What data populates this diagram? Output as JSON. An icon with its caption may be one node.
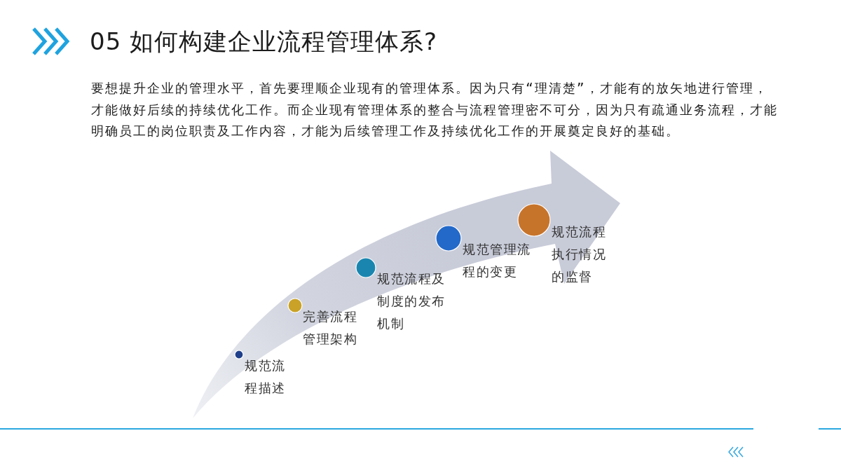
{
  "diagram": {
    "title": "05 如何构建企业流程管理体系?",
    "nodes": [
      {
        "text": [
          "规范流程描述"
        ]
      },
      {
        "text": [
          "完善流程管理架构"
        ]
      },
      {
        "text": [
          "规范流程及制度的发布机制"
        ]
      },
      {
        "text": [
          "规范管理流程的变更"
        ]
      },
      {
        "text": [
          "规范流程执行情况的监督"
        ]
      }
    ],
    "labels": [
      "要想提升企业的管理水平，首先要理顺企业现有的管理体系。因为只有“理清楚”，才能有的放矢地进行管理，才能做好后续的持续优化工作。而企业现有管理体系的整合与流程管理密不可分，因为只有疏通业务流程，才能明确员工的岗位职责及工作内容，才能为后续管理工作及持续优化工作的开展奠定良好的基础。"
    ]
  }
}
